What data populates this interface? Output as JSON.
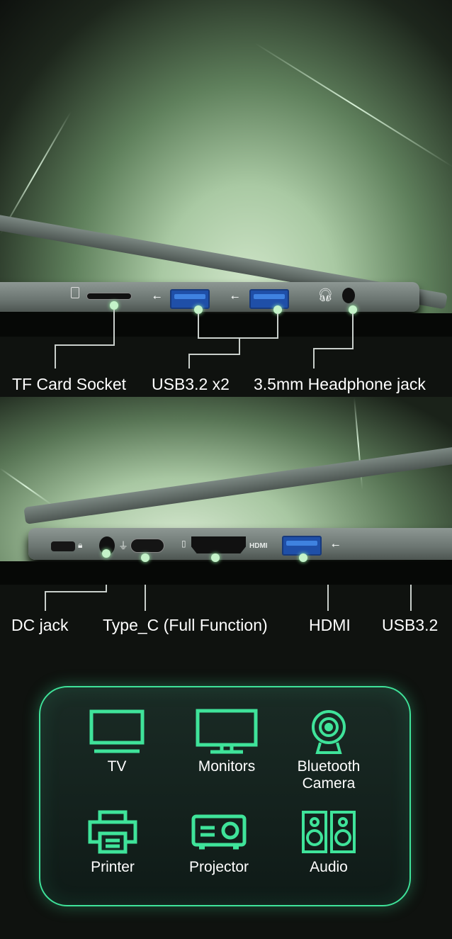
{
  "section1": {
    "labels": {
      "tf_card": "TF Card Socket",
      "usb": "USB3.2 x2",
      "headphone": "3.5mm Headphone jack"
    }
  },
  "section2": {
    "labels": {
      "dc": "DC jack",
      "typec": "Type_C (Full Function)",
      "hdmi": "HDMI",
      "usb": "USB3.2"
    },
    "hdmi_port_text": "HDMI"
  },
  "devices": [
    {
      "label": "TV",
      "icon": "tv-icon"
    },
    {
      "label": "Monitors",
      "icon": "monitor-icon"
    },
    {
      "label": "Bluetooth Camera",
      "icon": "webcam-icon"
    },
    {
      "label": "Printer",
      "icon": "printer-icon"
    },
    {
      "label": "Projector",
      "icon": "projector-icon"
    },
    {
      "label": "Audio",
      "icon": "speakers-icon"
    }
  ],
  "colors": {
    "accent": "#3fe39a",
    "usb_blue": "#1f4fa8"
  }
}
